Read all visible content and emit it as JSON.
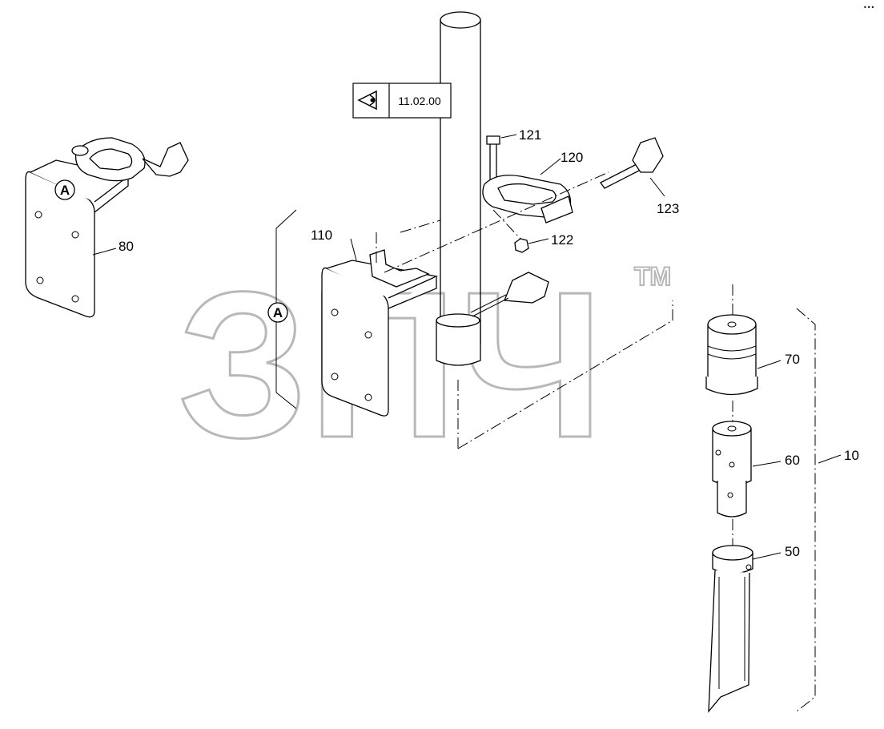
{
  "diagram": {
    "reference": "11.02.00",
    "callout_letter": "A",
    "part_labels": {
      "p10": "10",
      "p50": "50",
      "p60": "60",
      "p70": "70",
      "p80": "80",
      "p110": "110",
      "p120": "120",
      "p121": "121",
      "p122": "122",
      "p123": "123"
    },
    "watermark": {
      "text": "ЗПЧ",
      "trademark": "TM"
    },
    "corner_mark": "••• "
  }
}
